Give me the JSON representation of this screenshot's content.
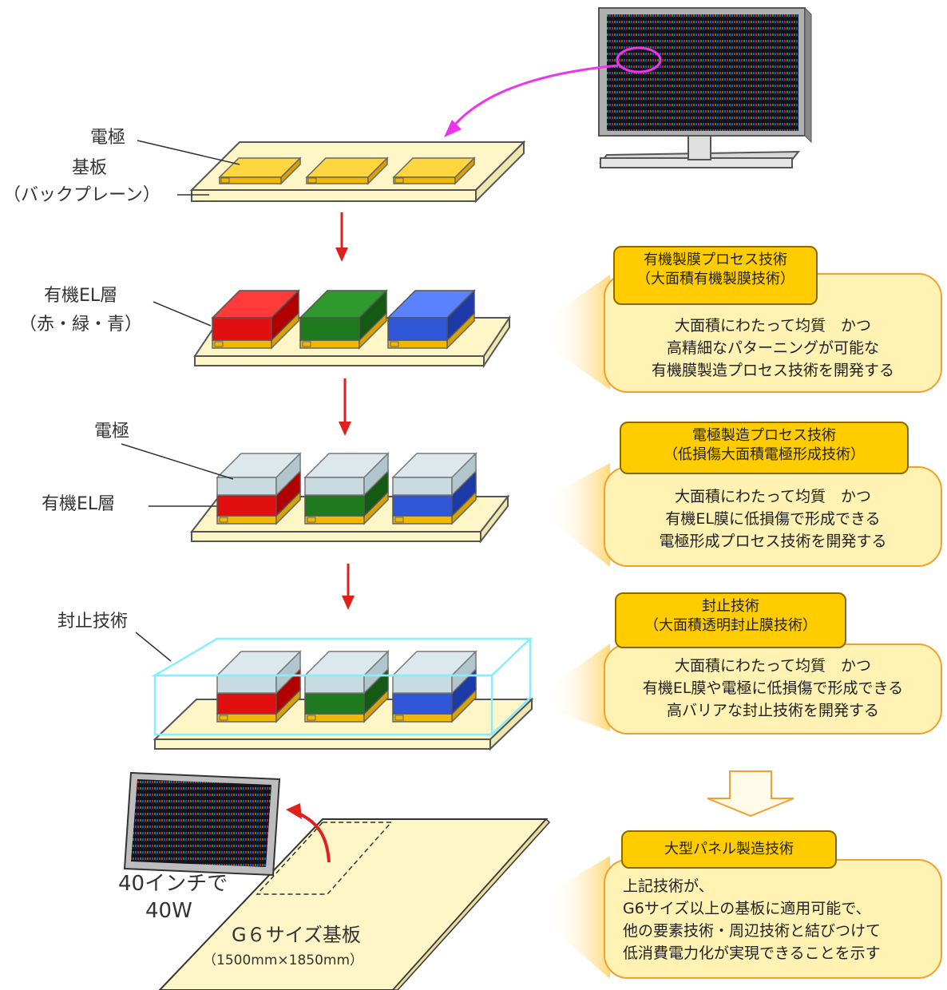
{
  "step1": {
    "electrode_label": "電極",
    "substrate_label": "基板",
    "backplane_label": "（バックプレーン）"
  },
  "step2": {
    "organic_label": "有機EL層",
    "colors_label": "（赤・緑・青）"
  },
  "step3": {
    "electrode_label": "電極",
    "organic_label": "有機EL層"
  },
  "step4": {
    "sealing_label": "封止技術"
  },
  "step5": {
    "panel_caption_line1": "40インチで",
    "panel_caption_line2": "40W",
    "substrate_label": "G６サイズ基板",
    "substrate_size": "（1500mm×1850mm）"
  },
  "tech1": {
    "title_line1": "有機製膜プロセス技術",
    "title_line2": "（大面積有機製膜技術）",
    "desc": [
      "大面積にわたって均質　かつ",
      "高精細なパターニングが可能な",
      "有機膜製造プロセス技術を開発する"
    ]
  },
  "tech2": {
    "title_line1": "電極製造プロセス技術",
    "title_line2": "（低損傷大面積電極形成技術）",
    "desc": [
      "大面積にわたって均質　かつ",
      "有機EL膜に低損傷で形成できる",
      "電極形成プロセス技術を開発する"
    ]
  },
  "tech3": {
    "title_line1": "封止技術",
    "title_line2": "（大面積透明封止膜技術）",
    "desc": [
      "大面積にわたって均質　かつ",
      "有機EL膜や電極に低損傷で形成できる",
      "高バリアな封止技術を開発する"
    ]
  },
  "tech4": {
    "title_line1": "大型パネル製造技術",
    "desc": [
      "上記技術が、",
      "G6サイズ以上の基板に適用可能で、",
      "他の要素技術・周辺技術と結びつけて",
      "低消費電力化が実現できることを示す"
    ]
  },
  "colors": {
    "red": "#e01010",
    "green": "#1f7a1f",
    "blue": "#2f57d8",
    "electrode_gold": "#f5c400",
    "substrate": "#fff6c8",
    "arrow_red": "#e0201c",
    "magenta": "#ee33ee",
    "title_fill": "#ffcc00",
    "desc_fill": "#fff2b2"
  }
}
